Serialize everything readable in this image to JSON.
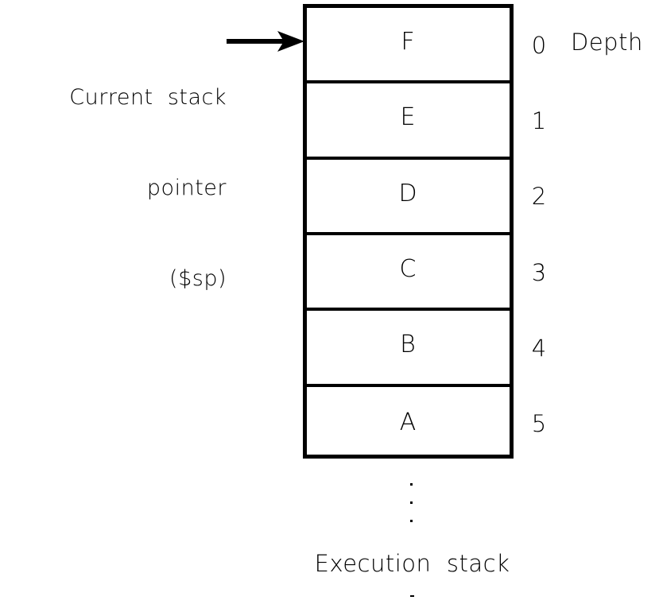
{
  "diagram": {
    "title": "Execution stack",
    "pointer_label": {
      "line1": "Current  stack",
      "line2": "pointer",
      "line3": "($sp)"
    },
    "depth_header": "Depth",
    "stack_frames": [
      {
        "label": "F",
        "depth": "0"
      },
      {
        "label": "E",
        "depth": "1"
      },
      {
        "label": "D",
        "depth": "2"
      },
      {
        "label": "C",
        "depth": "3"
      },
      {
        "label": "B",
        "depth": "4"
      },
      {
        "label": "A",
        "depth": "5"
      }
    ],
    "continuation": "vertical-ellipsis",
    "caption": "Execution  stack",
    "colors": {
      "stroke": "#000000",
      "background": "#ffffff"
    }
  }
}
